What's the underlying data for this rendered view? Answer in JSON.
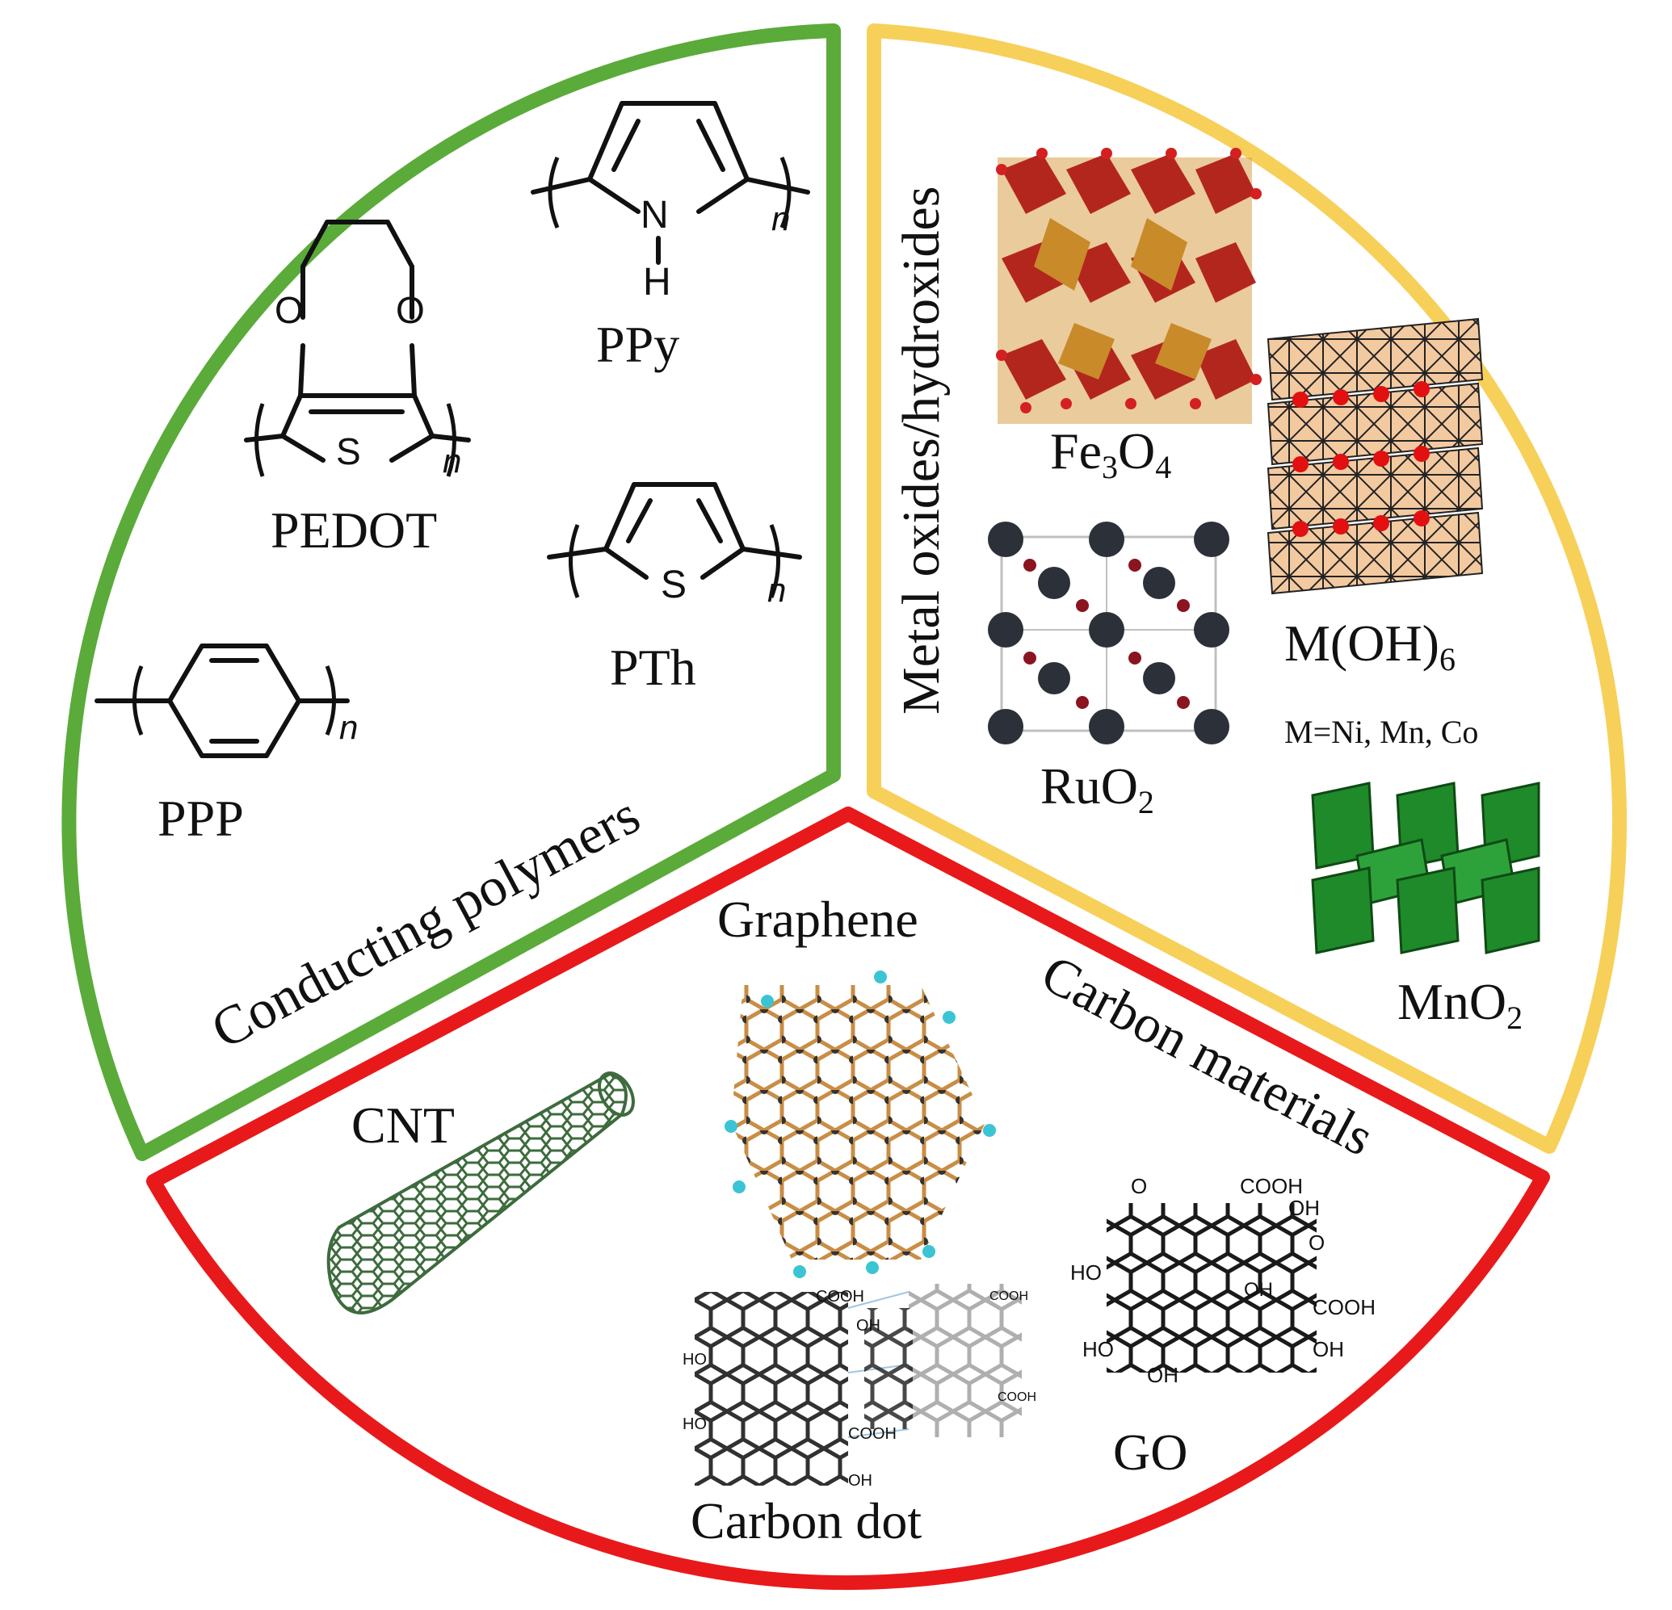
{
  "sectors": {
    "conducting_polymers": {
      "title": "Conducting polymers",
      "color": "#5aab3a",
      "labels": {
        "ppy": "PPy",
        "pedot": "PEDOT",
        "pth": "PTh",
        "ppp": "PPP"
      },
      "atoms": {
        "n": "N",
        "h": "H",
        "o": "O",
        "s": "S",
        "repeat": "n"
      }
    },
    "metal_oxides": {
      "title": "Metal oxides/hydroxides",
      "color": "#f7d05a",
      "labels": {
        "fe3o4_main": "Fe",
        "fe3o4_sub1": "3",
        "fe3o4_mid": "O",
        "fe3o4_sub2": "4",
        "ruo2_main": "RuO",
        "ruo2_sub": "2",
        "moh6_main": "M(OH)",
        "moh6_sub": "6",
        "metals": "M=Ni, Mn, Co",
        "mno2_main": "MnO",
        "mno2_sub": "2"
      }
    },
    "carbon_materials": {
      "title": "Carbon materials",
      "color": "#e8191a",
      "labels": {
        "graphene": "Graphene",
        "cnt": "CNT",
        "carbon_dot": "Carbon dot",
        "go": "GO"
      },
      "groups": {
        "cooh": "COOH",
        "oh": "OH",
        "ho": "HO",
        "o": "O"
      }
    }
  }
}
